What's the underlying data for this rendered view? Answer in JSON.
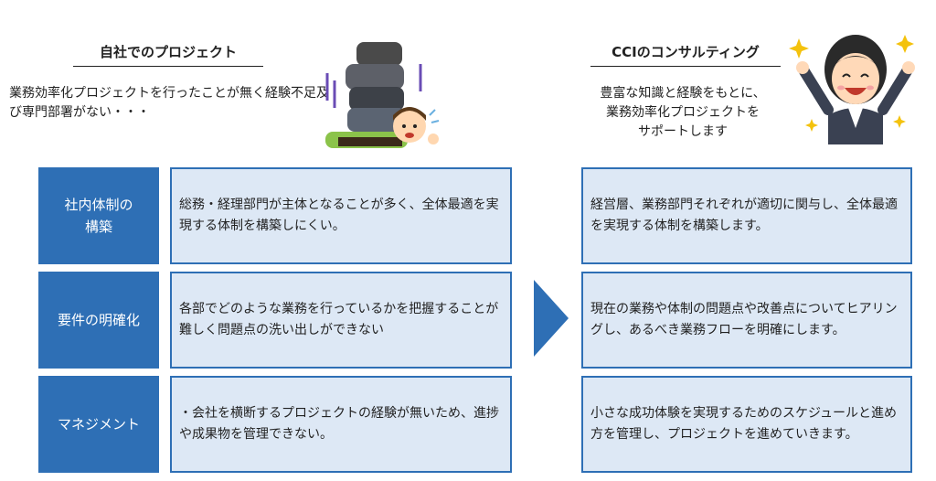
{
  "left": {
    "heading": "自社でのプロジェクト",
    "intro": "業務効率化プロジェクトを行ったことが無く経験不足及び専門部署がない・・・"
  },
  "right": {
    "heading": "CCIのコンサルティング",
    "intro_lines": [
      "豊富な知識と経験をもとに、",
      "業務効率化プロジェクトを",
      "サポートします"
    ]
  },
  "rows": [
    {
      "category_lines": [
        "社内体制の",
        "構築"
      ],
      "problem": "総務・経理部門が主体となることが多く、全体最適を実現する体制を構築しにくい。",
      "solution": "経営層、業務部門それぞれが適切に関与し、全体最適を実現する体制を構築します。"
    },
    {
      "category_lines": [
        "要件の明確化"
      ],
      "problem": "各部でどのような業務を行っているかを把握することが難しく問題点の洗い出しができない",
      "solution": "現在の業務や体制の問題点や改善点についてヒアリングし、あるべき業務フローを明確にします。"
    },
    {
      "category_lines": [
        "マネジメント"
      ],
      "problem": "・会社を横断するプロジェクトの経験が無いため、進捗や成果物を管理できない。",
      "solution": "小さな成功体験を実現するためのスケジュールと進め方を管理し、プロジェクトを進めていきます。"
    }
  ],
  "colors": {
    "accent": "#2e6fb5",
    "box_fill": "#dde8f5"
  },
  "icons": {
    "left_illustration": "crushed-by-stones-illustration",
    "right_illustration": "cheering-woman-illustration",
    "arrow": "right-arrow-icon"
  }
}
